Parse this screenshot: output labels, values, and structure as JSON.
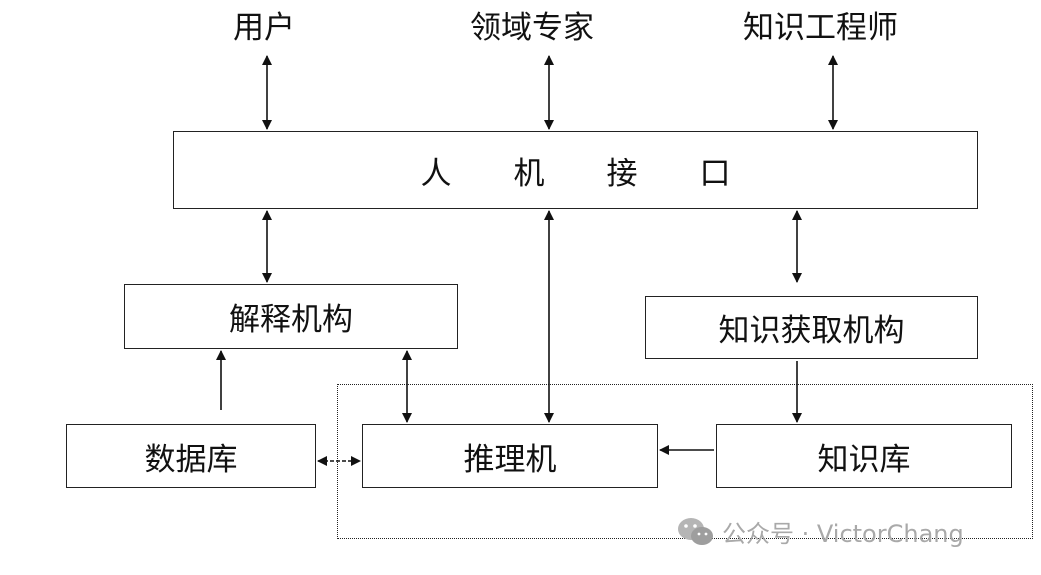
{
  "actors": {
    "user": "用户",
    "domain_expert": "领域专家",
    "knowledge_engineer": "知识工程师"
  },
  "modules": {
    "hci": "人机接口",
    "explanation": "解释机构",
    "acquisition": "知识获取机构",
    "database": "数据库",
    "inference": "推理机",
    "knowledge_base": "知识库"
  },
  "watermark": {
    "text": "公众号 · VictorChang",
    "icon": "wechat-icon",
    "color": "#a9a9a9"
  }
}
